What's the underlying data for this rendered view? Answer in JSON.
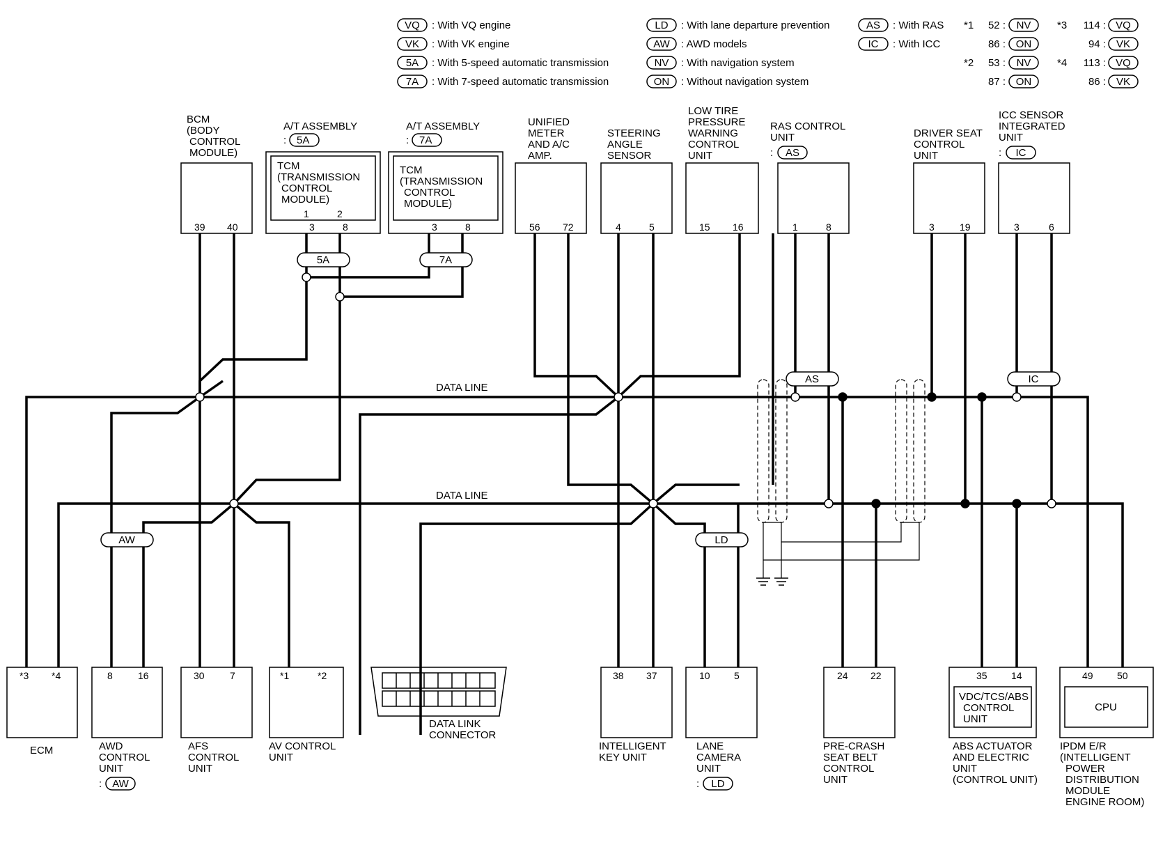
{
  "legend": {
    "col1": [
      {
        "tag": "VQ",
        "text": ": With VQ engine"
      },
      {
        "tag": "VK",
        "text": ": With VK engine"
      },
      {
        "tag": "5A",
        "text": ": With 5-speed automatic transmission"
      },
      {
        "tag": "7A",
        "text": ": With 7-speed automatic transmission"
      }
    ],
    "col2": [
      {
        "tag": "LD",
        "text": ": With lane departure prevention"
      },
      {
        "tag": "AW",
        "text": ": AWD models"
      },
      {
        "tag": "NV",
        "text": ": With navigation system"
      },
      {
        "tag": "ON",
        "text": ": Without navigation system"
      }
    ],
    "col3": [
      {
        "tag": "AS",
        "text": ": With RAS"
      },
      {
        "tag": "IC",
        "text": ": With ICC"
      }
    ],
    "notes": [
      {
        "mark": "*1",
        "rows": [
          {
            "pin": "52 :",
            "tag": "NV"
          },
          {
            "pin": "86 :",
            "tag": "ON"
          }
        ]
      },
      {
        "mark": "*2",
        "rows": [
          {
            "pin": "53 :",
            "tag": "NV"
          },
          {
            "pin": "87 :",
            "tag": "ON"
          }
        ]
      },
      {
        "mark": "*3",
        "rows": [
          {
            "pin": "114 :",
            "tag": "VQ"
          },
          {
            "pin": "94 :",
            "tag": "VK"
          }
        ]
      },
      {
        "mark": "*4",
        "rows": [
          {
            "pin": "113 :",
            "tag": "VQ"
          },
          {
            "pin": "86 :",
            "tag": "VK"
          }
        ]
      }
    ]
  },
  "bus": {
    "line1_label": "DATA LINE",
    "line2_label": "DATA LINE"
  },
  "top_units": {
    "bcm": {
      "lines": [
        "BCM",
        "(BODY",
        "CONTROL",
        "MODULE)"
      ],
      "pins": [
        "39",
        "40"
      ]
    },
    "at5": {
      "lines": [
        "A/T ASSEMBLY"
      ],
      "cond": "5A",
      "inner": [
        "TCM",
        "(TRANSMISSION",
        "CONTROL",
        "MODULE)"
      ],
      "inner_pins": [
        "1",
        "2"
      ],
      "pins": [
        "3",
        "8"
      ]
    },
    "at7": {
      "lines": [
        "A/T ASSEMBLY"
      ],
      "cond": "7A",
      "inner": [
        "TCM",
        "(TRANSMISSION",
        "CONTROL",
        "MODULE)"
      ],
      "pins": [
        "3",
        "8"
      ]
    },
    "meter": {
      "lines": [
        "UNIFIED",
        "METER",
        "AND A/C",
        "AMP."
      ],
      "pins": [
        "56",
        "72"
      ]
    },
    "steering": {
      "lines": [
        "STEERING",
        "ANGLE",
        "SENSOR"
      ],
      "pins": [
        "4",
        "5"
      ]
    },
    "tire": {
      "lines": [
        "LOW TIRE",
        "PRESSURE",
        "WARNING",
        "CONTROL",
        "UNIT"
      ],
      "pins": [
        "15",
        "16"
      ]
    },
    "ras": {
      "lines": [
        "RAS CONTROL",
        "UNIT"
      ],
      "cond": "AS",
      "pins": [
        "1",
        "8"
      ]
    },
    "seat": {
      "lines": [
        "DRIVER SEAT",
        "CONTROL",
        "UNIT"
      ],
      "pins": [
        "3",
        "19"
      ]
    },
    "icc": {
      "lines": [
        "ICC SENSOR",
        "INTEGRATED",
        "UNIT"
      ],
      "cond": "IC",
      "pins": [
        "3",
        "6"
      ]
    }
  },
  "bottom_units": {
    "ecm": {
      "lines": [
        "ECM"
      ],
      "pins": [
        "*3",
        "*4"
      ]
    },
    "awd": {
      "lines": [
        "AWD",
        "CONTROL",
        "UNIT"
      ],
      "cond": "AW",
      "pins": [
        "8",
        "16"
      ]
    },
    "afs": {
      "lines": [
        "AFS",
        "CONTROL",
        "UNIT"
      ],
      "pins": [
        "30",
        "7"
      ]
    },
    "av": {
      "lines": [
        "AV CONTROL",
        "UNIT"
      ],
      "pins": [
        "*1",
        "*2"
      ]
    },
    "dlc": {
      "lines": [
        "DATA LINK",
        "CONNECTOR"
      ]
    },
    "key": {
      "lines": [
        "INTELLIGENT",
        "KEY UNIT"
      ],
      "pins": [
        "38",
        "37"
      ]
    },
    "lane": {
      "lines": [
        "LANE",
        "CAMERA",
        "UNIT"
      ],
      "cond": "LD",
      "pins": [
        "10",
        "5"
      ]
    },
    "precrash": {
      "lines": [
        "PRE-CRASH",
        "SEAT BELT",
        "CONTROL",
        "UNIT"
      ],
      "pins": [
        "24",
        "22"
      ]
    },
    "abs": {
      "lines": [
        "ABS ACTUATOR",
        "AND ELECTRIC",
        "UNIT",
        "(CONTROL UNIT)"
      ],
      "inner": [
        "VDC/TCS/ABS",
        "CONTROL",
        "UNIT"
      ],
      "pins": [
        "35",
        "14"
      ]
    },
    "ipdm": {
      "lines": [
        "IPDM E/R",
        "(INTELLIGENT",
        "POWER",
        "DISTRIBUTION",
        "MODULE",
        "ENGINE ROOM)"
      ],
      "inner": [
        "CPU"
      ],
      "pins": [
        "49",
        "50"
      ]
    }
  },
  "wire_tags": {
    "t5a": "5A",
    "t7a": "7A",
    "aw": "AW",
    "ld": "LD",
    "as": "AS",
    "ic": "IC"
  }
}
